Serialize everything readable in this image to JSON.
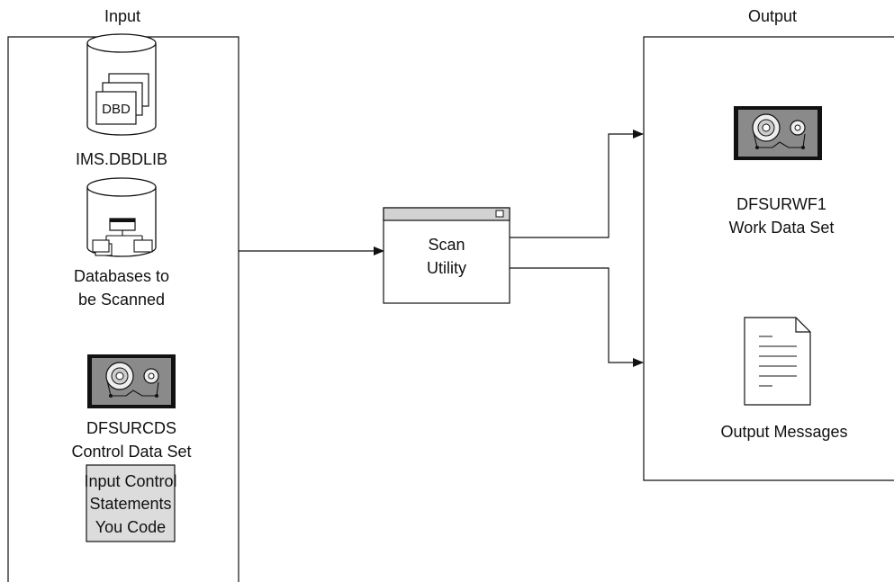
{
  "input_panel": {
    "heading": "Input"
  },
  "output_panel": {
    "heading": "Output"
  },
  "inputs": {
    "dbdlib": {
      "icon_text": "DBD",
      "label": "IMS.DBDLIB"
    },
    "databases": {
      "label_line1": "Databases to",
      "label_line2": "be Scanned"
    },
    "control_data_set": {
      "label_line1": "DFSURCDS",
      "label_line2": "Control Data Set"
    },
    "control_statements": {
      "line1": "Input Control",
      "line2": "Statements",
      "line3": "You Code"
    }
  },
  "process": {
    "line1": "Scan",
    "line2": "Utility"
  },
  "outputs": {
    "work_data_set": {
      "label_line1": "DFSURWF1",
      "label_line2": "Work Data Set"
    },
    "messages": {
      "label": "Output Messages"
    }
  },
  "colors": {
    "line": "#111111",
    "tape_fill": "#8a8a8a",
    "box_fill": "#dcdcdc",
    "titlebar_fill": "#d2d2d2"
  }
}
